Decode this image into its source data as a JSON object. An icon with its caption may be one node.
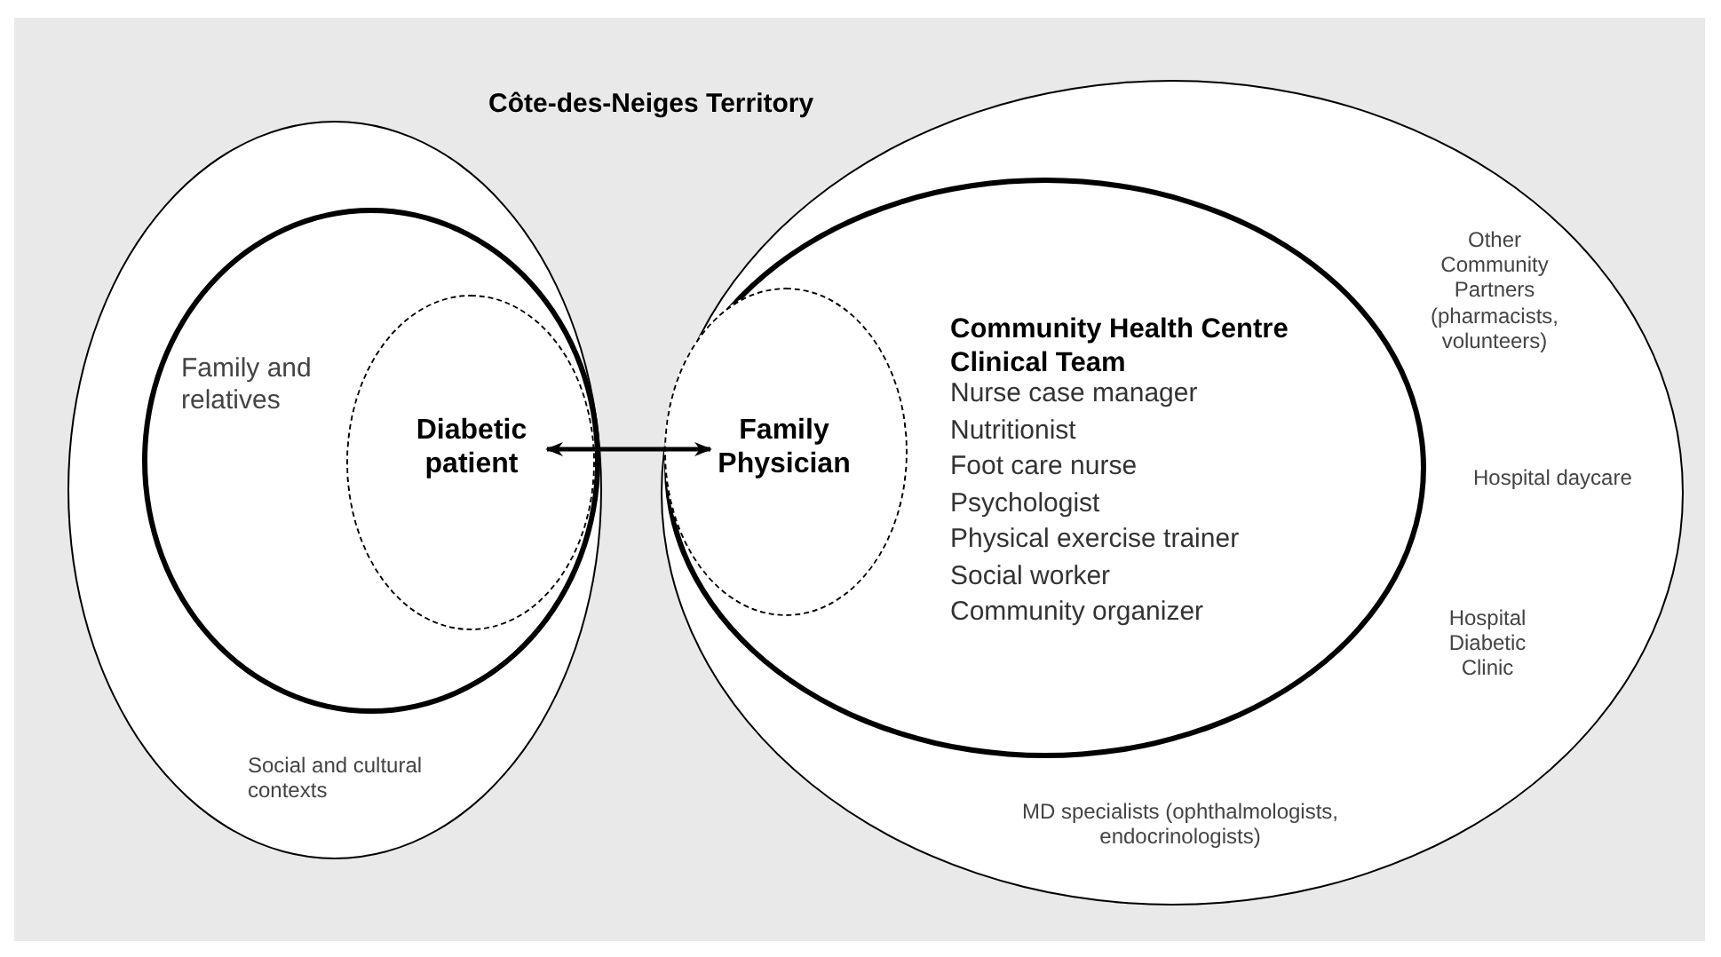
{
  "diagram": {
    "title": "Côte-des-Neiges Territory",
    "nodes": [
      {
        "text": [
          "Social and cultural contexts"
        ]
      },
      {
        "text": [
          "Family and relatives"
        ],
        "in": 0
      },
      {
        "text": [
          "Diabetic patient"
        ],
        "in": 1
      },
      {
        "text": [
          "Other Community Partners (pharmacists, volunteers)",
          "Hospital daycare",
          "Hospital Diabetic Clinic",
          "MD specialists (ophthalmologists, endocrinologists)"
        ]
      },
      {
        "text": [
          "Community Health Centre Clinical Team",
          "Nurse case manager",
          "Nutritionist",
          "Foot care nurse",
          "Psychologist",
          "Physical exercise trainer",
          "Social worker",
          "Community organizer"
        ],
        "in": 3
      },
      {
        "text": [
          "Family Physician"
        ],
        "in": 4
      }
    ],
    "edges": [
      {
        "from": 2,
        "to": 5,
        "arrow": "both"
      }
    ]
  }
}
